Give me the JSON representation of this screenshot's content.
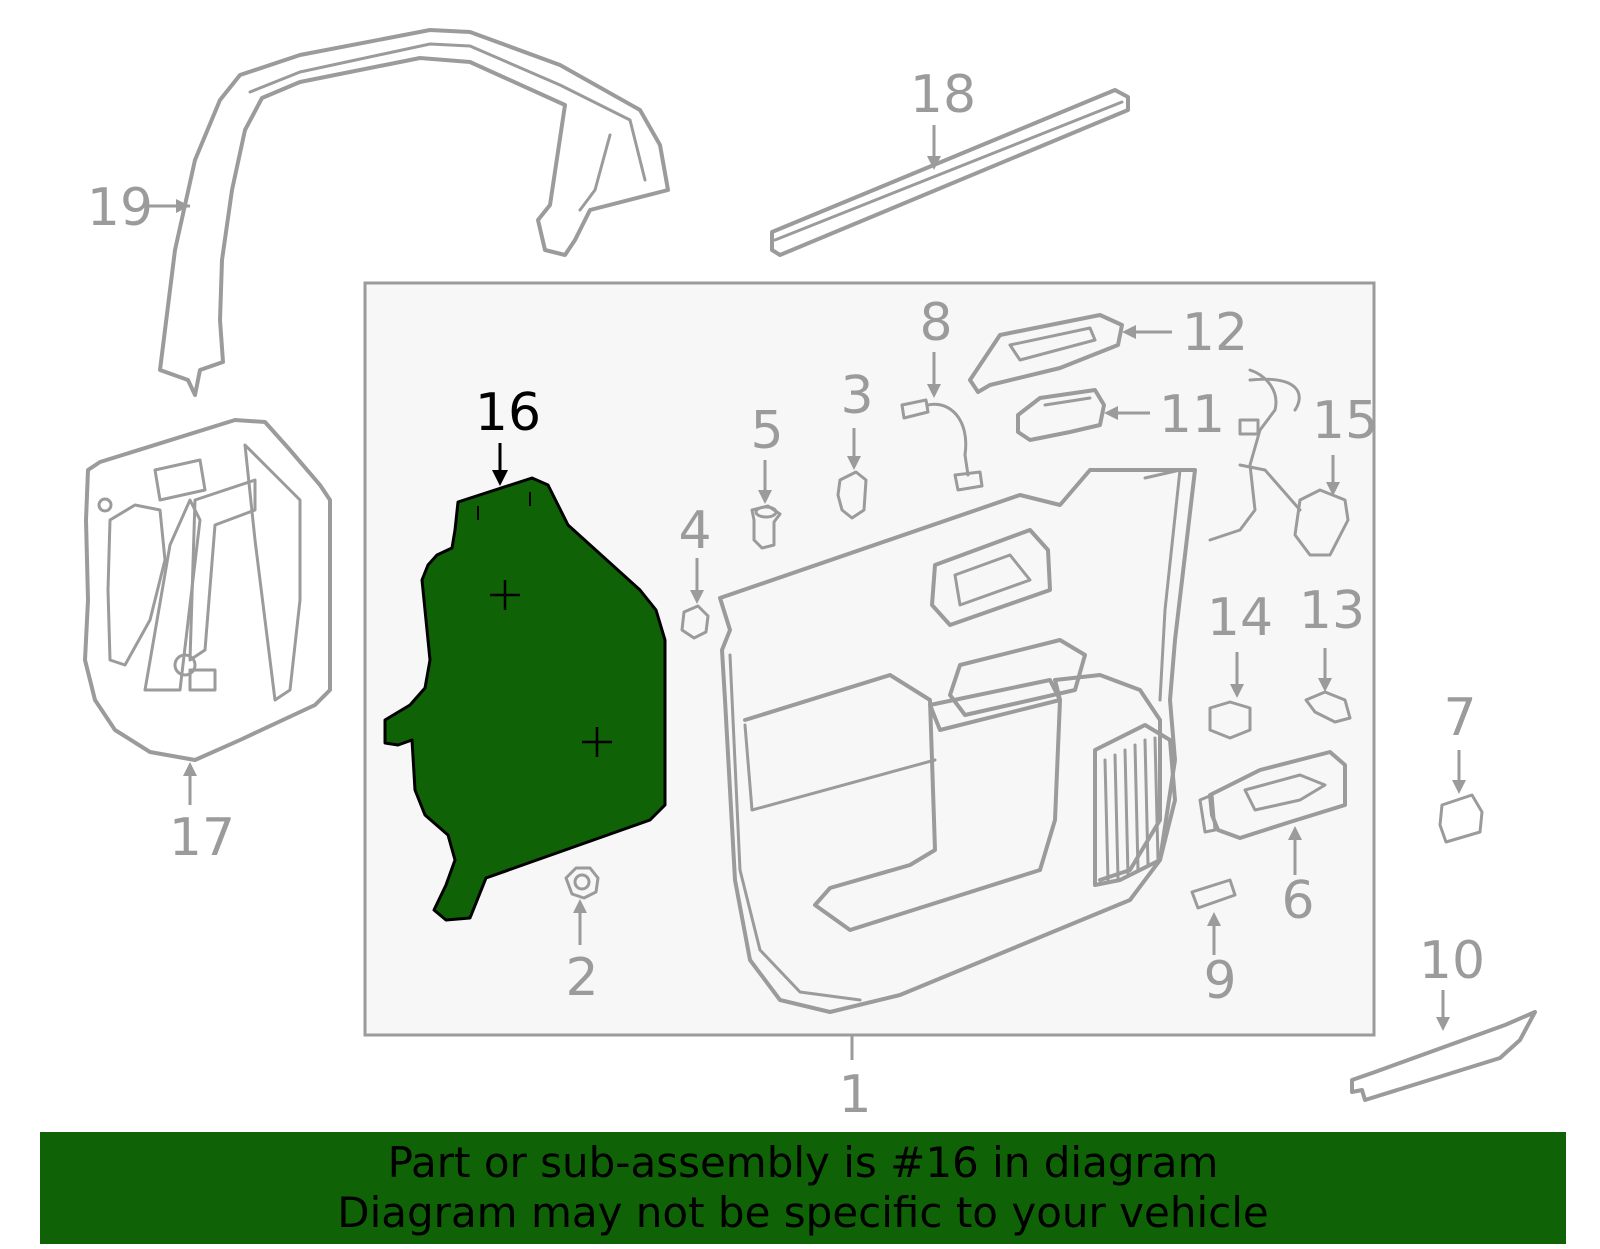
{
  "highlight_color": "#0f6205",
  "callouts": {
    "c1": "1",
    "c2": "2",
    "c3": "3",
    "c4": "4",
    "c5": "5",
    "c6": "6",
    "c7": "7",
    "c8": "8",
    "c9": "9",
    "c10": "10",
    "c11": "11",
    "c12": "12",
    "c13": "13",
    "c14": "14",
    "c15": "15",
    "c16": "16",
    "c17": "17",
    "c18": "18",
    "c19": "19"
  },
  "banner": {
    "line1": "Part or sub-assembly is #16 in diagram",
    "line2": "Diagram may not be specific to your vehicle"
  }
}
